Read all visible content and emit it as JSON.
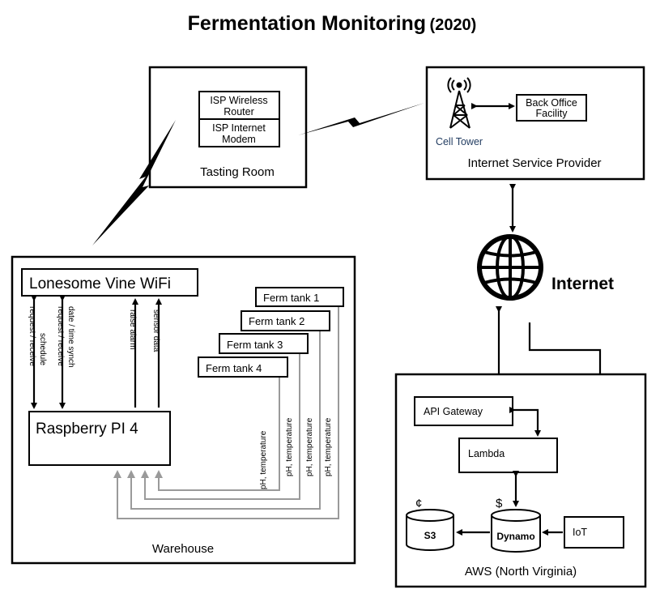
{
  "title": "Fermentation Monitoring",
  "title_year": "(2020)",
  "tasting_room": {
    "label": "Tasting Room",
    "router_line1": "ISP Wireless",
    "router_line2": "Router",
    "modem_line1": "ISP Internet",
    "modem_line2": "Modem"
  },
  "isp": {
    "label": "Internet Service Provider",
    "cell_tower": "Cell Tower",
    "back_office_line1": "Back Office",
    "back_office_line2": "Facility"
  },
  "internet": {
    "label": "Internet"
  },
  "warehouse": {
    "label": "Warehouse",
    "wifi": "Lonesome Vine WiFi",
    "pi": "Raspberry PI 4",
    "tanks": [
      "Ferm tank 1",
      "Ferm tank 2",
      "Ferm tank 3",
      "Ferm tank 4"
    ],
    "arrow_labels": {
      "schedule_1": "request / receive",
      "schedule_2": "schedule",
      "date_1": "request / receive",
      "date_2": "date / time synch",
      "alarm": "raise alarm",
      "sensor": "sensor data"
    },
    "tank_line_label": "pH, temperature"
  },
  "aws": {
    "label": "AWS (North Virginia)",
    "api_gateway": "API Gateway",
    "lambda": "Lambda",
    "s3": "S3",
    "dynamo": "Dynamo",
    "iot": "IoT",
    "s3_cost_symbol": "¢",
    "dynamo_cost_symbol": "$"
  }
}
